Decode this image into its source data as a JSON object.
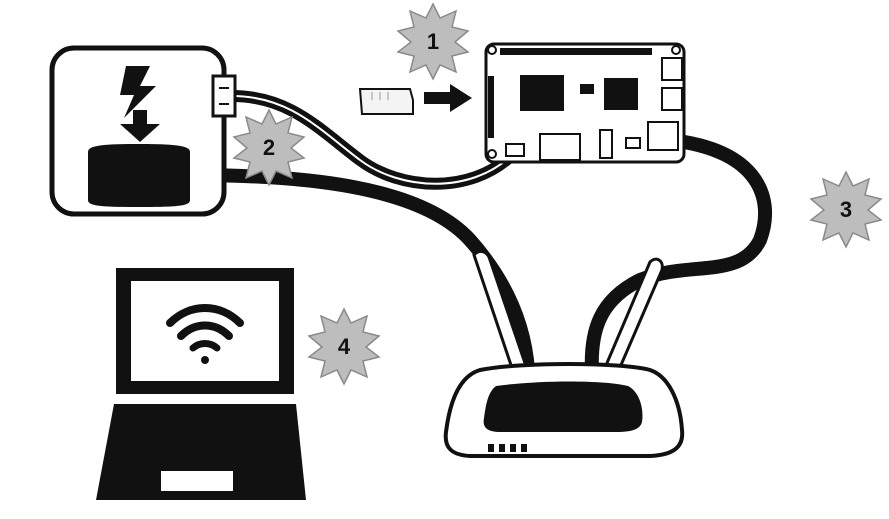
{
  "steps": [
    {
      "label": "1",
      "target": "sd-card-insert"
    },
    {
      "label": "2",
      "target": "power-supply"
    },
    {
      "label": "3",
      "target": "ethernet-cable"
    },
    {
      "label": "4",
      "target": "laptop-wifi"
    }
  ],
  "colors": {
    "ink": "#111111",
    "paper": "#ffffff",
    "badge_fill": "#bdbdbd",
    "badge_stroke": "#8a8a8a"
  },
  "icons": {
    "power": "lightning-bolt-icon",
    "arrow": "arrow-right-icon",
    "wifi": "wifi-icon"
  }
}
